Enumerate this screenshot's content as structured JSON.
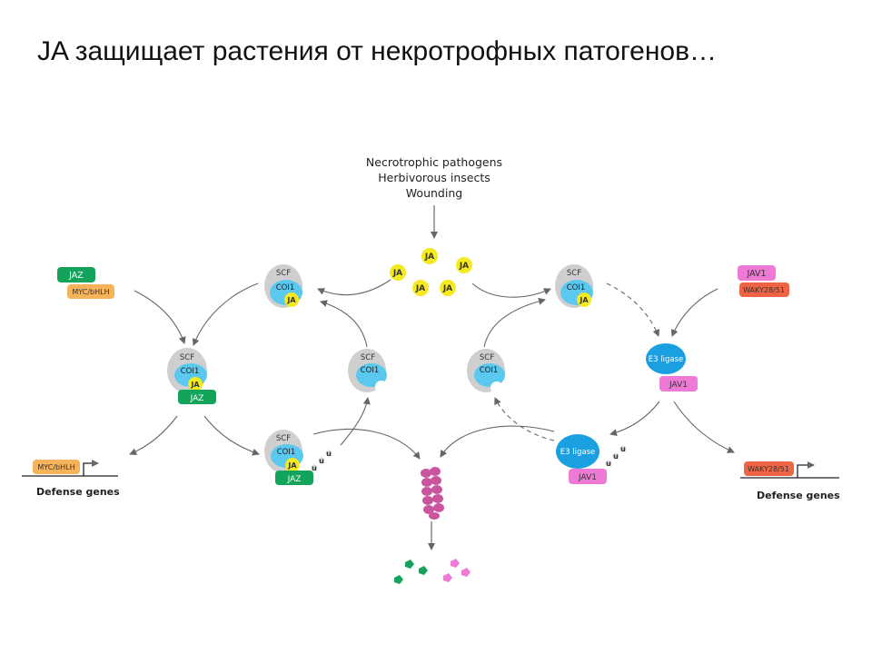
{
  "title": "JA защищает растения от некротрофных патогенов…",
  "colors": {
    "scf_gray": "#cfcfcf",
    "coi1_blue": "#5bc8ef",
    "ja_yellow": "#f5ea1f",
    "jaz_green": "#13a35a",
    "myc_orange": "#f7b35a",
    "jav1_pink": "#ef7ad6",
    "waky_red": "#ef6444",
    "e3_blue": "#1aa0e0",
    "proteasome_purple": "#c9559f",
    "arrow_gray": "#666666"
  },
  "stimuli": {
    "line1": "Necrotrophic pathogens",
    "line2": "Herbivorous insects",
    "line3": "Wounding"
  },
  "labels": {
    "ja": "JA",
    "scf": "SCF",
    "coi1": "COI1",
    "jaz": "JAZ",
    "myc": "MYC/bHLH",
    "jav1": "JAV1",
    "waky": "WAKY28/51",
    "e3": "E3 ligase",
    "ub": "u",
    "defense_left": "Defense genes",
    "defense_right": "Defense genes"
  }
}
